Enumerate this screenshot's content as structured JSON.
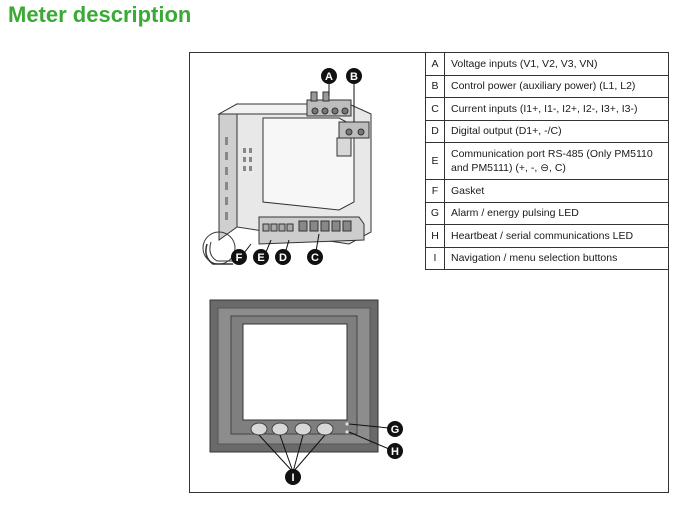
{
  "page_title": "Meter description",
  "colors": {
    "title": "#3aa935",
    "callout": "#111111",
    "border": "#333333"
  },
  "callouts": {
    "a": "A",
    "b": "B",
    "c": "C",
    "d": "D",
    "e": "E",
    "f": "F",
    "g": "G",
    "h": "H",
    "i": "I"
  },
  "legend": [
    {
      "letter": "A",
      "description": "Voltage inputs (V1, V2, V3, VN)"
    },
    {
      "letter": "B",
      "description": "Control power (auxiliary power) (L1, L2)"
    },
    {
      "letter": "C",
      "description": "Current inputs (I1+, I1-, I2+, I2-, I3+, I3-)"
    },
    {
      "letter": "D",
      "description": "Digital output (D1+, -/C)"
    },
    {
      "letter": "E",
      "description": "Communication port RS-485 (Only PM5110 and PM5111) (+, -, ⊖, C)"
    },
    {
      "letter": "F",
      "description": "Gasket"
    },
    {
      "letter": "G",
      "description": "Alarm / energy pulsing LED"
    },
    {
      "letter": "H",
      "description": "Heartbeat / serial communications LED"
    },
    {
      "letter": "I",
      "description": "Navigation / menu selection buttons"
    }
  ]
}
